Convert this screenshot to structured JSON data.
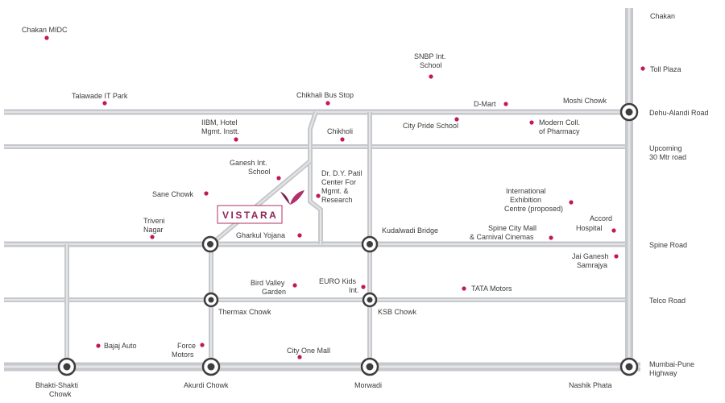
{
  "colors": {
    "road": "#c6c8cc",
    "marker": "#c2185b",
    "junction": "#3d3d3d",
    "brand": "#8e2458"
  },
  "brand": {
    "name": "VISTARA",
    "icon": "vistara-leaf-logo"
  },
  "road_names": {
    "dehu_alandi": "Dehu-Alandi Road",
    "upcoming_1": "Upcoming",
    "upcoming_2": "30 Mtr road",
    "spine": "Spine Road",
    "telco": "Telco Road",
    "mumbai_pune_1": "Mumbai-Pune",
    "mumbai_pune_2": "Highway"
  },
  "junctions": {
    "moshi_chowk": "Moshi Chowk",
    "kudalwadi_bridge": "Kudalwadi Bridge",
    "thermax_chowk": "Thermax Chowk",
    "ksb_chowk": "KSB Chowk",
    "bhakti_shakti_1": "Bhakti-Shakti",
    "bhakti_shakti_2": "Chowk",
    "akurdi_chowk": "Akurdi Chowk",
    "morwadi": "Morwadi",
    "nashik_phata": "Nashik Phata",
    "chakan": "Chakan"
  },
  "landmarks": {
    "chakan_midc": "Chakan MIDC",
    "snbp_1": "SNBP Int.",
    "snbp_2": "School",
    "toll_plaza": "Toll Plaza",
    "talawade": "Talawade IT Park",
    "chikhali_bus_stop": "Chikhali Bus Stop",
    "d_mart": "D-Mart",
    "ibm_1": "IIBM, Hotel",
    "ibm_2": "Mgmt. Instt.",
    "chikholi": "Chikholi",
    "city_pride": "City Pride School",
    "modern_coll_1": "Modern Coll.",
    "modern_coll_2": "of Pharmacy",
    "ganesh_school_1": "Ganesh Int.",
    "ganesh_school_2": "School",
    "dy_patil_1": "Dr. D.Y. Patil",
    "dy_patil_2": "Center For",
    "dy_patil_3": "Mgmt. &",
    "dy_patil_4": "Research",
    "sane_chowk": "Sane Chowk",
    "exhibition_1": "International",
    "exhibition_2": "Exhibition",
    "exhibition_3": "Centre (proposed)",
    "triveni_1": "Triveni",
    "triveni_2": "Nagar",
    "gharkul": "Gharkul Yojana",
    "spine_city_1": "Spine City Mall",
    "spine_city_2": "& Carnival Cinemas",
    "accord_1": "Accord",
    "accord_2": "Hospital",
    "jai_ganesh_1": "Jai Ganesh",
    "jai_ganesh_2": "Samrajya",
    "bird_valley_1": "Bird Valley",
    "bird_valley_2": "Garden",
    "euro_kids_1": "EURO Kids",
    "euro_kids_2": "Int.",
    "tata_motors": "TATA Motors",
    "bajaj_auto": "Bajaj Auto",
    "force_1": "Force",
    "force_2": "Motors",
    "city_one_mall": "City One Mall"
  }
}
